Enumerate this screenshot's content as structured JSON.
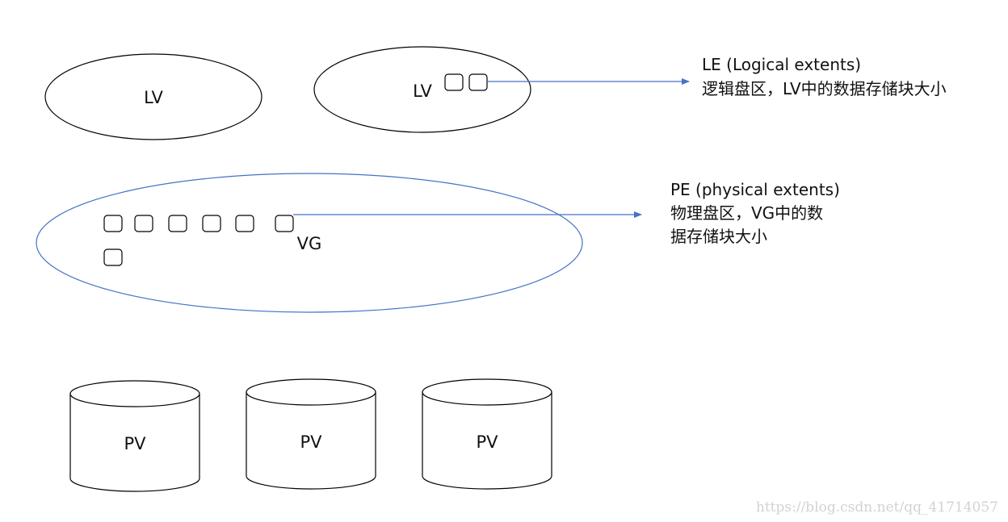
{
  "colors": {
    "outline": "#000000",
    "accent": "#4472c4",
    "text": "#111111",
    "watermark": "#d2d2d2"
  },
  "logical_volumes": [
    {
      "label": "LV"
    },
    {
      "label": "LV"
    }
  ],
  "volume_group": {
    "label": "VG"
  },
  "physical_volumes": [
    {
      "label": "PV"
    },
    {
      "label": "PV"
    },
    {
      "label": "PV"
    }
  ],
  "annotations": {
    "le": {
      "line1": "LE (Logical extents)",
      "line2": "逻辑盘区，LV中的数据存储块大小"
    },
    "pe": {
      "line1": "PE (physical extents)",
      "line2": "物理盘区，VG中的数",
      "line3": "据存储块大小"
    }
  },
  "watermark": "https://blog.csdn.net/qq_41714057"
}
